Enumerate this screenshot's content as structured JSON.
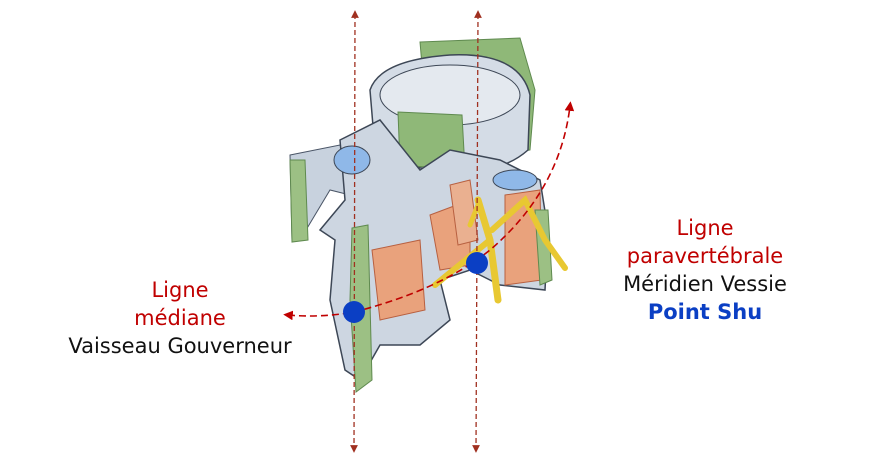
{
  "left_label": {
    "line1": "Ligne",
    "line2": "médiane",
    "line3": "Vaisseau Gouverneur"
  },
  "right_label": {
    "line1": "Ligne",
    "line2": "paravertébrale",
    "line3": "Méridien Vessie",
    "line4": "Point Shu"
  },
  "colors": {
    "line_label": "#c00000",
    "point": "#0b3fc4",
    "guide_line": "#a03020"
  }
}
